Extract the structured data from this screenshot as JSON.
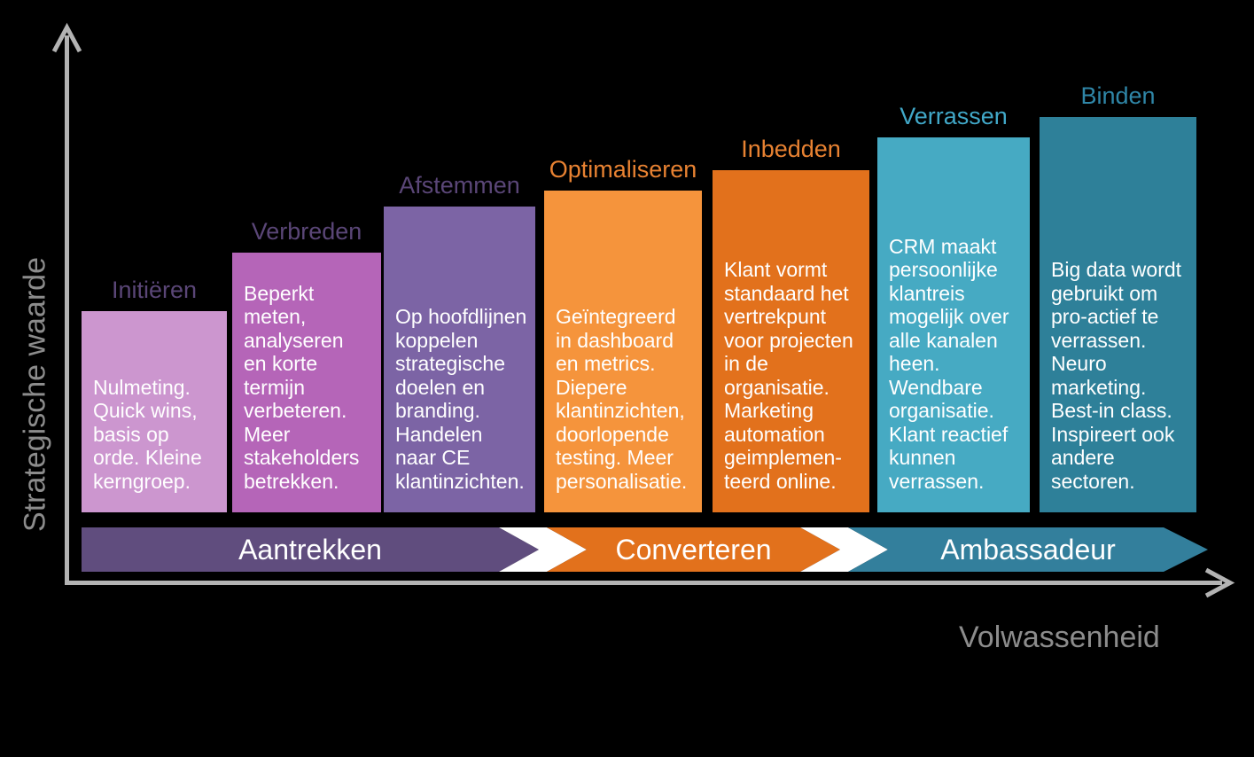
{
  "diagram_title": "",
  "y_axis": {
    "label": "Strategische waarde",
    "label_color": "#8c8c8c",
    "line_color": "#b3b3b3"
  },
  "x_axis": {
    "label": "Volwassenheid",
    "label_color": "#8c8c8c",
    "line_color": "#b3b3b3"
  },
  "columns": [
    {
      "label": "Initiëren",
      "body": "Nulmeting.\nQuick wins,\nbasis op\norde. Kleine\nkerngroep.",
      "box_color": "#cc96cf",
      "label_color": "#5a4677",
      "text_color": "#ffffff"
    },
    {
      "label": "Verbreden",
      "body": "Beperkt\nmeten,\nanalyseren\nen korte\ntermijn\nverbeteren.\nMeer\nstakeholders\nbetrekken.",
      "box_color": "#b565b8",
      "label_color": "#5a4677",
      "text_color": "#ffffff"
    },
    {
      "label": "Afstemmen",
      "body": "Op hoofdlijnen\nkoppelen\nstrategische\ndoelen en\nbranding.\nHandelen\nnaar CE\nklantinzichten.",
      "box_color": "#7c64a5",
      "label_color": "#5a4677",
      "text_color": "#ffffff"
    },
    {
      "label": "Optimaliseren",
      "body": "Geïntegreerd\nin dashboard\nen metrics.\nDiepere\nklantinzichten,\ndoorlopende\ntesting. Meer\npersonalisatie.",
      "box_color": "#f5943c",
      "label_color": "#e88232",
      "text_color": "#ffffff"
    },
    {
      "label": "Inbedden",
      "body": "Klant vormt\nstandaard het\nvertrekpunt\nvoor projecten\nin de\norganisatie.\nMarketing\nautomation\ngeimplemen-\nteerd online.",
      "box_color": "#e2711c",
      "label_color": "#e88232",
      "text_color": "#ffffff"
    },
    {
      "label": "Verrassen",
      "body": "CRM maakt\npersoonlijke\nklantreis\nmogelijk over\nalle kanalen\nheen.\nWendbare\norganisatie.\nKlant reactief\nkunnen\nverrassen.",
      "box_color": "#46aac3",
      "label_color": "#41a8c8",
      "text_color": "#ffffff"
    },
    {
      "label": "Binden",
      "body": "Big data wordt\ngebruikt om\npro-actief te\nverrassen.\nNeuro\nmarketing.\nBest-in class.\nInspireert ook\nandere\nsectoren.",
      "box_color": "#2e8099",
      "label_color": "#2f86a7",
      "text_color": "#ffffff"
    }
  ],
  "banner": {
    "segments": [
      {
        "label": "Aantrekken",
        "color": "#604d7e"
      },
      {
        "label": "Converteren",
        "color": "#e2711c"
      },
      {
        "label": "Ambassadeur",
        "color": "#337f9c"
      }
    ],
    "separator_color": "#ffffff",
    "text_color": "#ffffff"
  }
}
